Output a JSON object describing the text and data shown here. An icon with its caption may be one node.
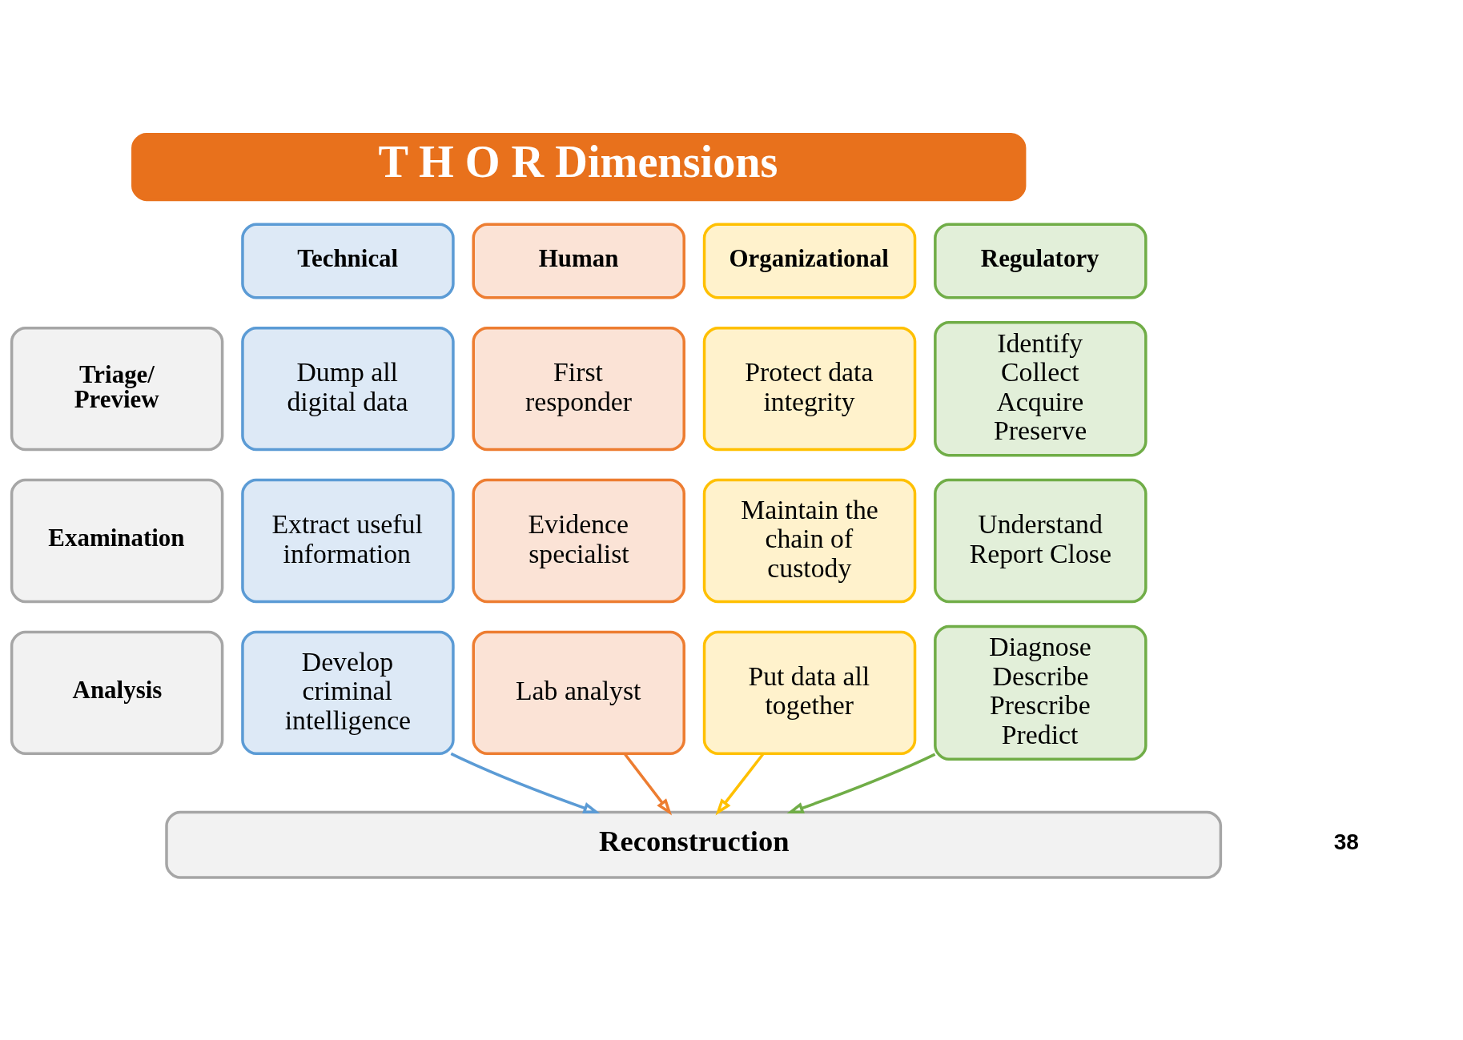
{
  "diagram": {
    "nodes": [
      {
        "text": [
          "T H O R Dimensions"
        ]
      },
      {
        "text": [
          "Technical"
        ]
      },
      {
        "text": [
          "Human"
        ]
      },
      {
        "text": [
          "Organizational"
        ]
      },
      {
        "text": [
          "Regulatory"
        ]
      },
      {
        "text": [
          "Triage/ Preview"
        ]
      },
      {
        "text": [
          "Dump all digital data"
        ]
      },
      {
        "text": [
          "First responder"
        ]
      },
      {
        "text": [
          "Protect data integrity"
        ]
      },
      {
        "text": [
          "Identify Collect Acquire Preserve"
        ]
      },
      {
        "text": [
          "Examination"
        ]
      },
      {
        "text": [
          "Extract useful information"
        ]
      },
      {
        "text": [
          "Evidence specialist"
        ]
      },
      {
        "text": [
          "Maintain the chain of custody"
        ]
      },
      {
        "text": [
          "Understand Report Close"
        ]
      },
      {
        "text": [
          "Analysis"
        ]
      },
      {
        "text": [
          "Develop criminal intelligence"
        ]
      },
      {
        "text": [
          "Lab analyst"
        ]
      },
      {
        "text": [
          "Put data all together"
        ]
      },
      {
        "text": [
          "Diagnose Describe Prescribe Predict"
        ]
      },
      {
        "text": [
          "Reconstruction"
        ]
      }
    ],
    "edges": [
      {
        "from": 16,
        "to": 20,
        "arrow": "to",
        "color": "#5b9bd5"
      },
      {
        "from": 17,
        "to": 20,
        "arrow": "to",
        "color": "#ed7d31"
      },
      {
        "from": 18,
        "to": 20,
        "arrow": "to",
        "color": "#ffc000"
      },
      {
        "from": 19,
        "to": 20,
        "arrow": "to",
        "color": "#70ad47"
      }
    ],
    "labels": [
      "38"
    ]
  }
}
